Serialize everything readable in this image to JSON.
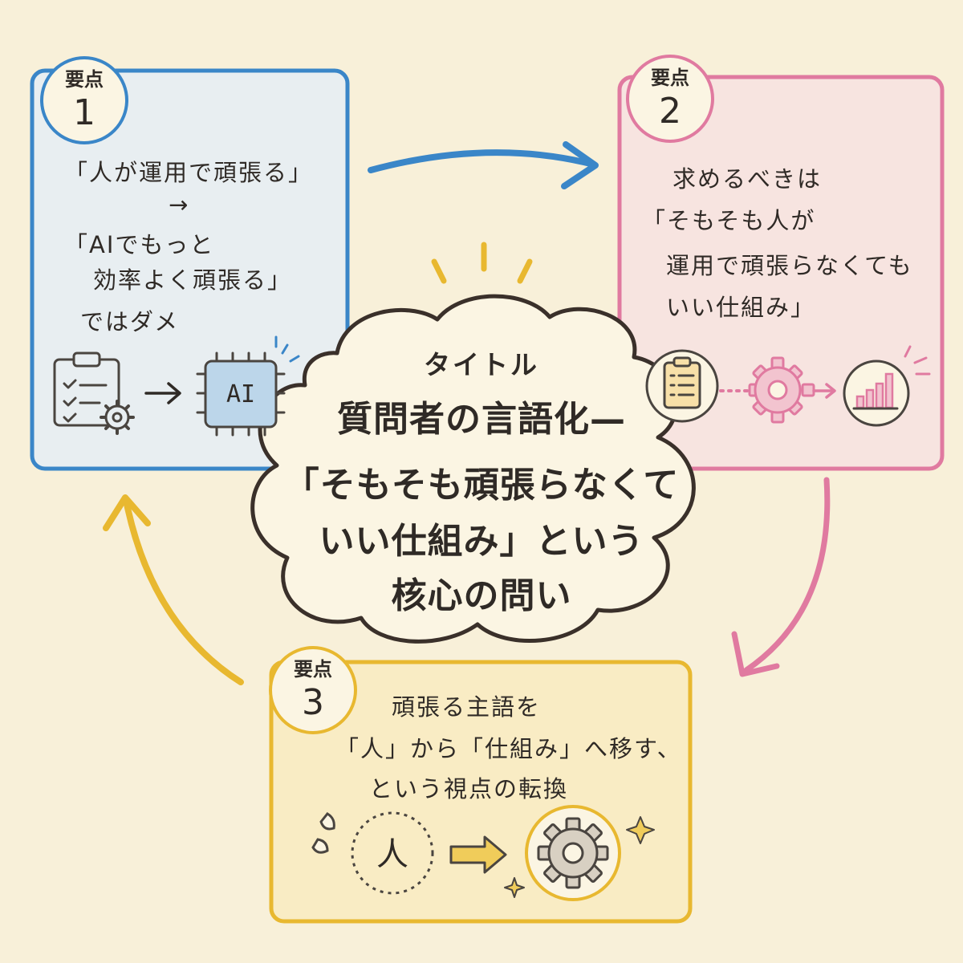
{
  "title": {
    "tag": "タイトル",
    "lines": [
      "質問者の言語化—",
      "「そもそも頑張らなくて",
      "いい仕組み」という",
      "核心の問い"
    ]
  },
  "points": [
    {
      "label": "要点",
      "number": "1",
      "color": "#3a86c8",
      "lines": [
        "「人が運用で頑張る」",
        "→",
        "「AIでもっと",
        "効率よく頑張る」",
        "ではダメ"
      ],
      "icons": [
        "clipboard-gear-icon",
        "arrow-right-icon",
        "ai-chip-icon"
      ],
      "chip_text": "AI"
    },
    {
      "label": "要点",
      "number": "2",
      "color": "#e07aa0",
      "lines": [
        "求めるべきは",
        "「そもそも人が",
        "運用で頑張らなくても",
        "いい仕組み」"
      ],
      "icons": [
        "checklist-icon",
        "gear-icon",
        "bar-chart-icon"
      ]
    },
    {
      "label": "要点",
      "number": "3",
      "color": "#e8b830",
      "lines": [
        "頑張る主語を",
        "「人」から「仕組み」へ移す、",
        "という視点の転換"
      ],
      "icons": [
        "person-icon",
        "arrow-right-icon",
        "gear-icon"
      ],
      "person_char": "人"
    }
  ]
}
